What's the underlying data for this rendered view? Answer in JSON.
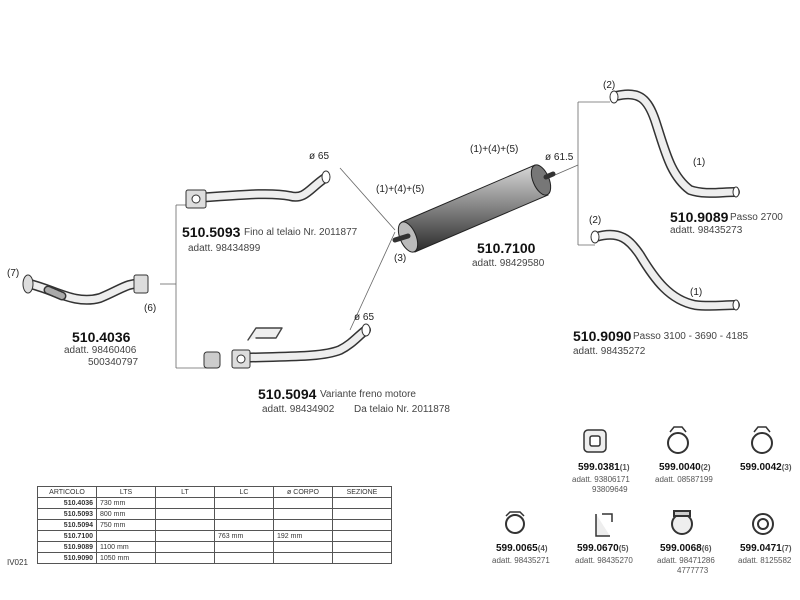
{
  "parts": {
    "p4036": {
      "number": "510.4036",
      "adatt": "adatt. 98460406",
      "alt": "500340797"
    },
    "p5093": {
      "number": "510.5093",
      "note": "Fino al telaio Nr. 2011877",
      "adatt": "adatt. 98434899"
    },
    "p5094": {
      "number": "510.5094",
      "note": "Variante freno motore",
      "adatt": "adatt. 98434902",
      "note2": "Da telaio Nr. 2011878"
    },
    "p7100": {
      "number": "510.7100",
      "adatt": "adatt. 98429580"
    },
    "p9089": {
      "number": "510.9089",
      "note": "Passo 2700",
      "adatt": "adatt. 98435273"
    },
    "p9090": {
      "number": "510.9090",
      "note": "Passo 3100 - 3690 - 4185",
      "adatt": "adatt. 98435272"
    }
  },
  "markers": {
    "m7": "(7)",
    "m6": "(6)",
    "m3": "(3)",
    "combo1": "(1)+(4)+(5)",
    "combo2": "(1)+(4)+(5)",
    "m2a": "(2)",
    "m2b": "(2)",
    "m1a": "(1)",
    "m1b": "(1)",
    "d65a": "ø 65",
    "d65b": "ø 65",
    "d615": "ø 61.5"
  },
  "accessories": [
    {
      "code": "599.0381",
      "ref": "(1)",
      "adatt": "adatt. 93806171",
      "extra": "93809649"
    },
    {
      "code": "599.0040",
      "ref": "(2)",
      "adatt": "adatt. 08587199",
      "extra": ""
    },
    {
      "code": "599.0042",
      "ref": "(3)",
      "adatt": "",
      "extra": ""
    },
    {
      "code": "599.0065",
      "ref": "(4)",
      "adatt": "adatt. 98435271",
      "extra": ""
    },
    {
      "code": "599.0670",
      "ref": "(5)",
      "adatt": "adatt. 98435270",
      "extra": ""
    },
    {
      "code": "599.0068",
      "ref": "(6)",
      "adatt": "adatt. 98471286",
      "extra": "4777773"
    },
    {
      "code": "599.0471",
      "ref": "(7)",
      "adatt": "adatt. 8125582",
      "extra": ""
    }
  ],
  "table": {
    "headers": [
      "ARTICOLO",
      "LTS",
      "LT",
      "LC",
      "ø CORPO",
      "SEZIONE"
    ],
    "rows": [
      [
        "510.4036",
        "730 mm",
        "",
        "",
        "",
        ""
      ],
      [
        "510.5093",
        "800 mm",
        "",
        "",
        "",
        ""
      ],
      [
        "510.5094",
        "750 mm",
        "",
        "",
        "",
        ""
      ],
      [
        "510.7100",
        "",
        "",
        "763 mm",
        "192 mm",
        ""
      ],
      [
        "510.9089",
        "1100 mm",
        "",
        "",
        "",
        ""
      ],
      [
        "510.9090",
        "1050 mm",
        "",
        "",
        "",
        ""
      ]
    ]
  },
  "side_code": "IV021"
}
